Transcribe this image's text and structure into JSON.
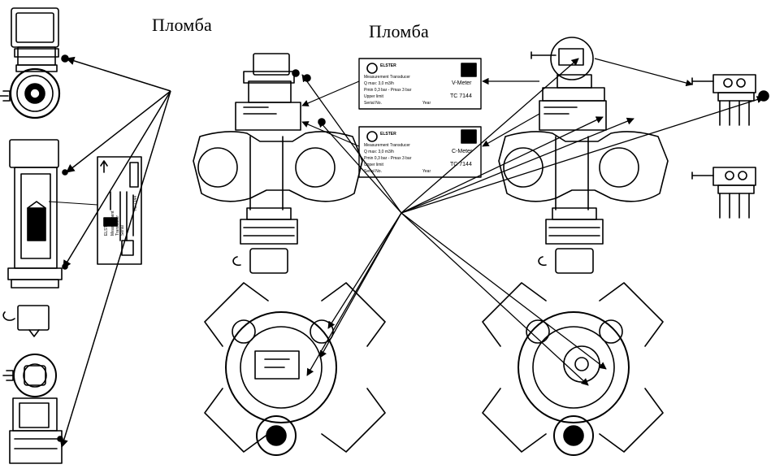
{
  "labels": {
    "seal_left": "Пломба",
    "seal_center": "Пломба"
  },
  "plates": {
    "top": {
      "brand": "ELSTER",
      "model_word": "V-Meter",
      "type_code": "TC 7144",
      "lines": [
        "Measurement Transducer",
        "Q max: 3,0 m3/h",
        "Pmin 0,3 bar - Pmax 3 bar",
        "Upper limit",
        "Serial No.",
        "Year"
      ]
    },
    "bottom": {
      "brand": "ELSTER",
      "model_word": "C-Meter",
      "type_code": "TC 7144",
      "lines": [
        "Measurement Transducer",
        "Q max: 3,0 m3/h",
        "Pmin 0,3 bar - Pmax 3 bar",
        "Upper limit",
        "Serial No.",
        "Year"
      ]
    },
    "vertical": {
      "type_code": "TC 7144",
      "lines": [
        "ELSTER",
        "Measurement",
        "Transducer",
        "Serial"
      ]
    }
  },
  "colors": {
    "ink": "#000000",
    "paper": "#ffffff"
  }
}
